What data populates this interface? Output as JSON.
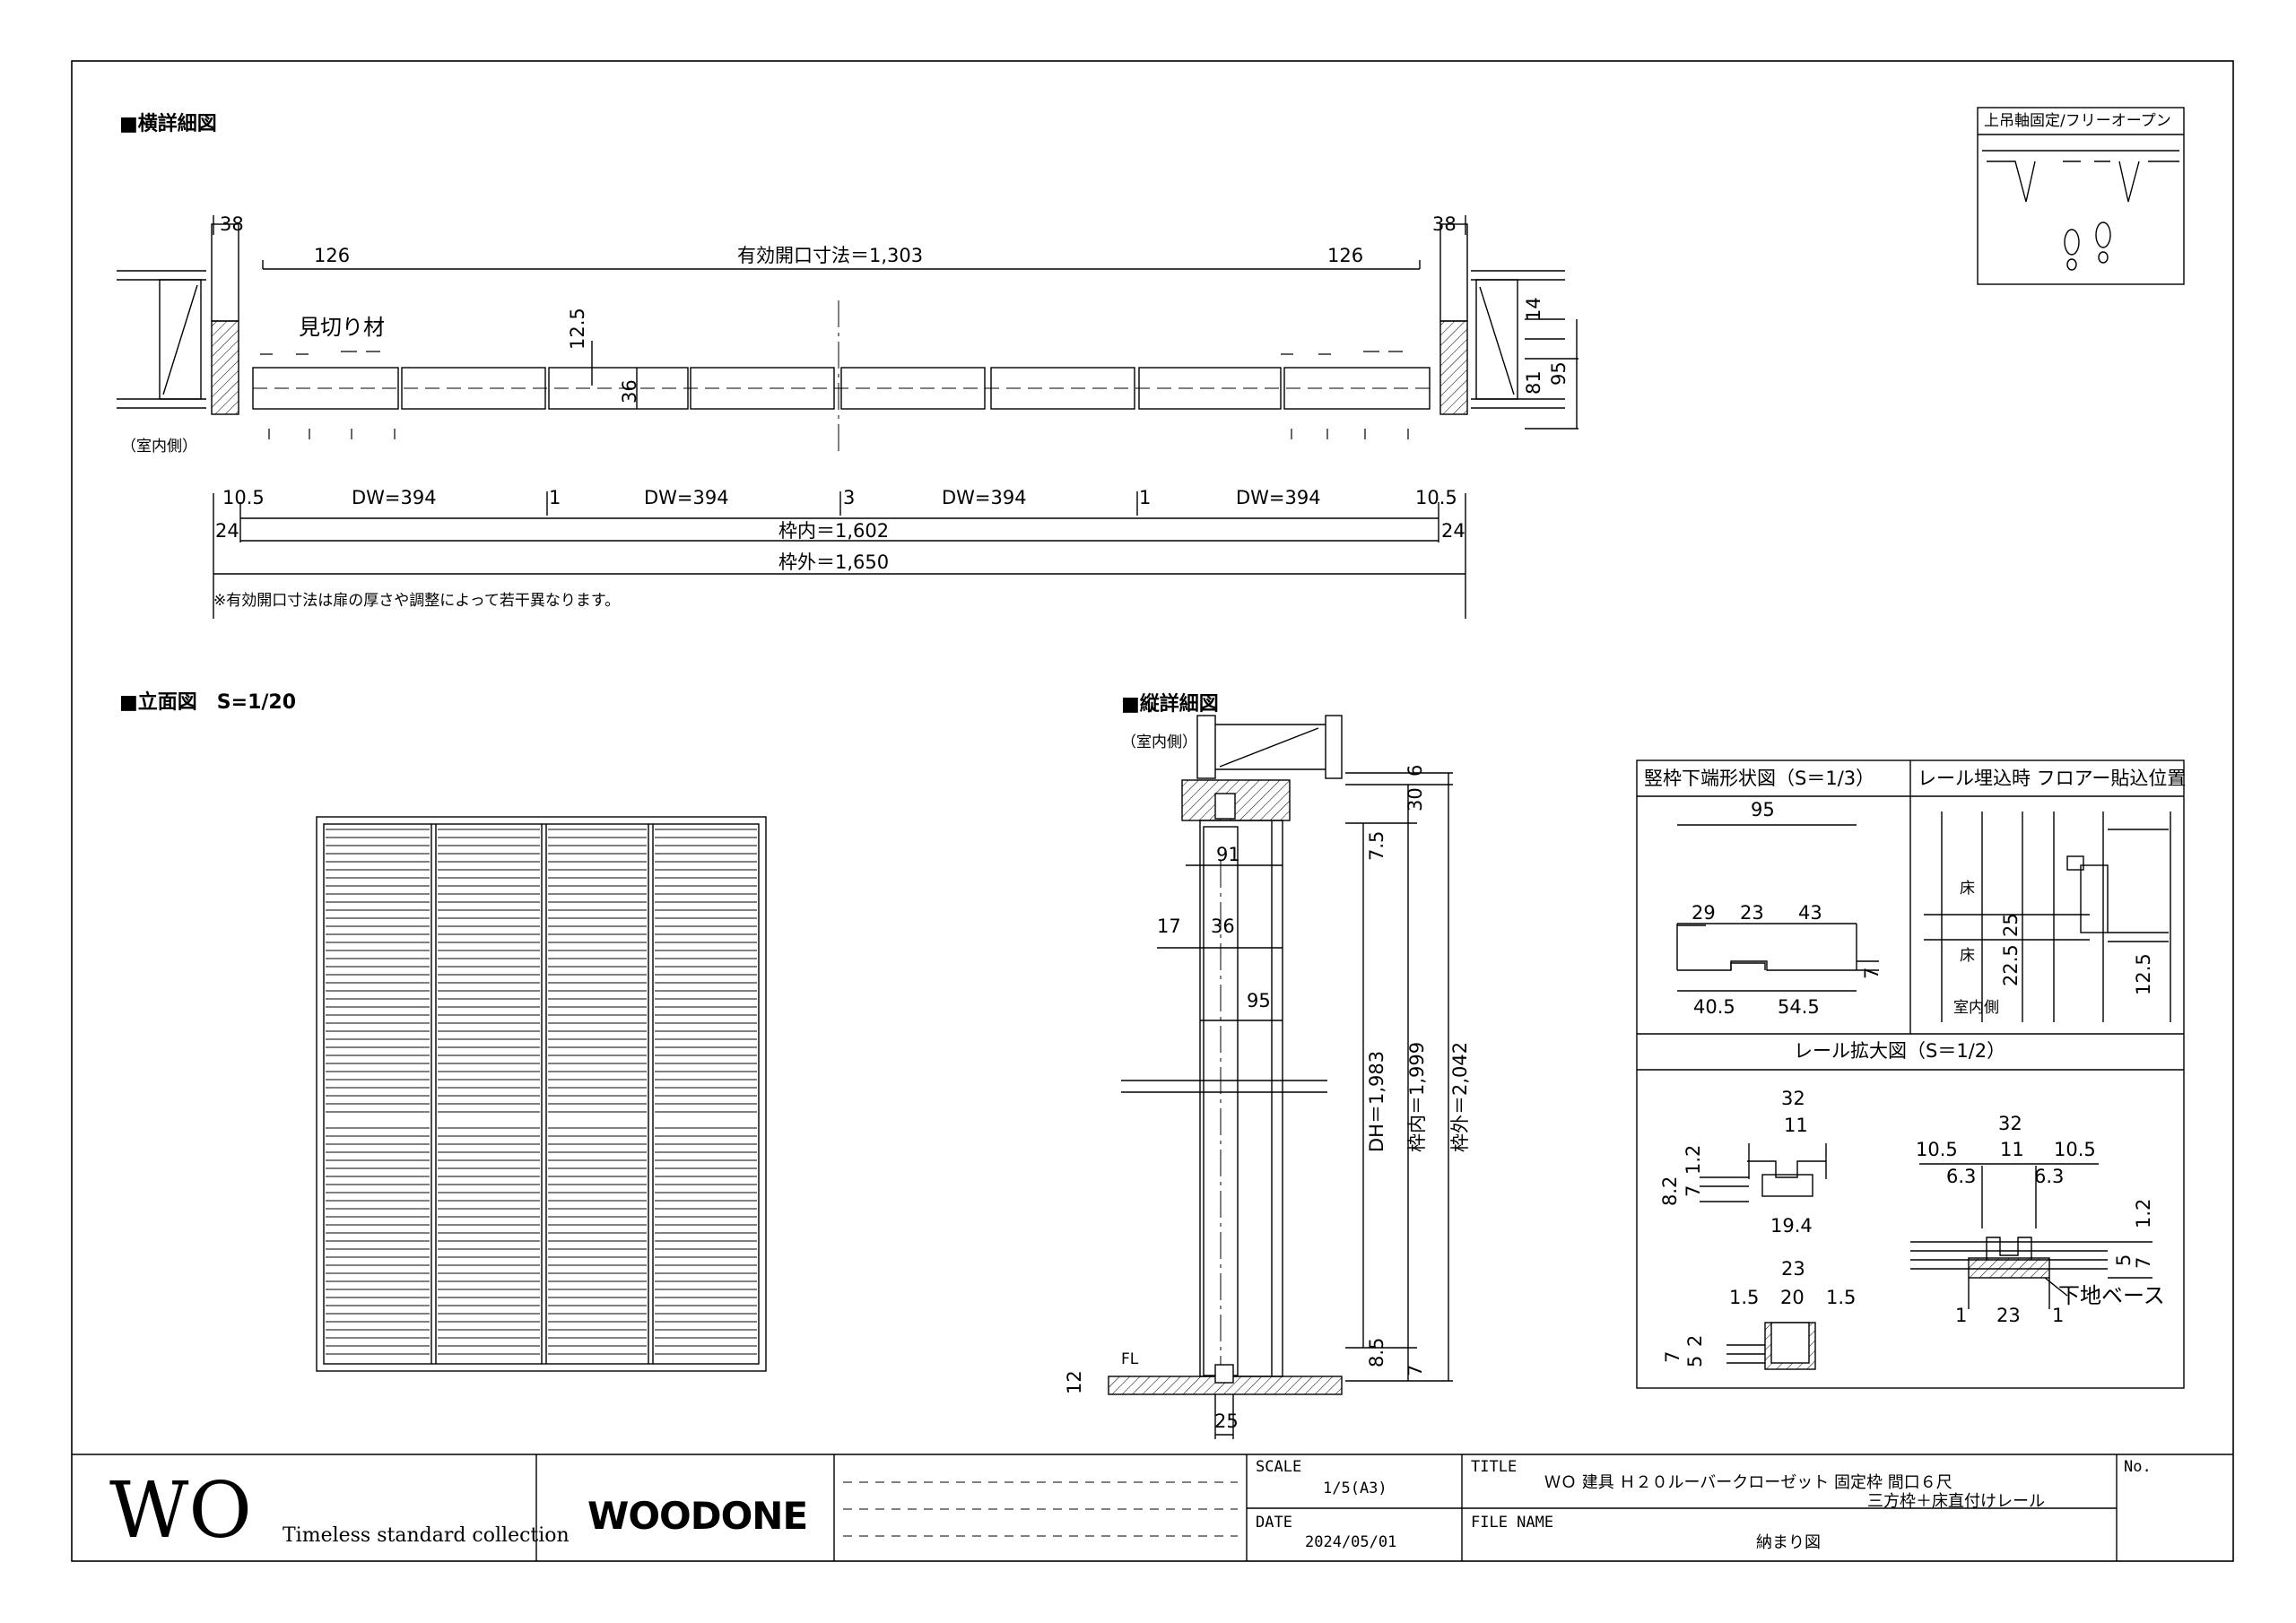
{
  "sections": {
    "horizontal": "■横詳細図",
    "elevation": "■立面図　S=1/20",
    "vertical": "■縦詳細図",
    "legend": "上吊軸固定/フリーオープン"
  },
  "horizontal": {
    "dim_38_left": "38",
    "dim_38_right": "38",
    "dim_126_left": "126",
    "dim_126_right": "126",
    "effective_opening": "有効開口寸法＝1,303",
    "mikiri": "見切り材",
    "dim_12_5": "12.5",
    "dim_36": "36",
    "dim_14": "14",
    "dim_81": "81",
    "dim_95": "95",
    "interior": "（室内側）",
    "dim_10_5_left": "10.5",
    "dim_10_5_right": "10.5",
    "gap_1a": "1",
    "gap_3": "3",
    "gap_1b": "1",
    "dw": [
      "DW=394",
      "DW=394",
      "DW=394",
      "DW=394"
    ],
    "dim_24_left": "24",
    "dim_24_right": "24",
    "frame_inner": "枠内＝1,602",
    "frame_outer": "枠外＝1,650",
    "note": "※有効開口寸法は扉の厚さや調整によって若干異なります。"
  },
  "vertical": {
    "interior": "（室内側）",
    "dim_6": "6",
    "dim_30": "30",
    "dim_7_5": "7.5",
    "dim_91": "91",
    "dim_17": "17",
    "dim_36": "36",
    "dim_95": "95",
    "dh": "DH＝1,983",
    "inner": "枠内＝1,999",
    "outer": "枠外＝2,042",
    "dim_8_5": "8.5",
    "dim_7": "7",
    "fl": "FL",
    "dim_12": "12",
    "dim_25": "25"
  },
  "detail_a": {
    "title": "竪枠下端形状図（S＝1/3）",
    "w95": "95",
    "d29": "29",
    "d23": "23",
    "d43": "43",
    "d7": "7",
    "d40_5": "40.5",
    "d54_5": "54.5"
  },
  "detail_b": {
    "title": "レール埋込時 フロアー貼込位置",
    "floor1": "床",
    "floor2": "床",
    "d25": "25",
    "d22_5": "22.5",
    "d12_5": "12.5",
    "interior": "室内側"
  },
  "detail_c": {
    "title": "レール拡大図（S＝1/2）",
    "r1_w32": "32",
    "r1_w11": "11",
    "r1_h1_2": "1.2",
    "r1_h7": "7",
    "r1_h8_2": "8.2",
    "r1_w19_4": "19.4",
    "r2_w23": "23",
    "r2_1_5a": "1.5",
    "r2_20": "20",
    "r2_1_5b": "1.5",
    "r2_h7": "7",
    "r2_h5": "5",
    "r2_h2": "2",
    "r3_w32": "32",
    "r3_10_5a": "10.5",
    "r3_11": "11",
    "r3_10_5b": "10.5",
    "r3_6_3a": "6.3",
    "r3_6_3b": "6.3",
    "r3_h1_2": "1.2",
    "r3_h7": "7",
    "r3_h5": "5",
    "base": "下地ベース",
    "r3_1a": "1",
    "r3_23": "23",
    "r3_1b": "1"
  },
  "title_block": {
    "logo_wo": "WO",
    "logo_sub": "Timeless standard collection",
    "brand": "WOODONE",
    "scale_label": "SCALE",
    "scale_value": "1/5(A3)",
    "date_label": "DATE",
    "date_value": "2024/05/01",
    "title_label": "TITLE",
    "title_line1": "ＷＯ 建具 Ｈ２０ルーバークローゼット 固定枠 間口６尺",
    "title_line2": "三方枠＋床直付けレール",
    "file_label": "FILE NAME",
    "file_value": "納まり図",
    "no_label": "No."
  }
}
